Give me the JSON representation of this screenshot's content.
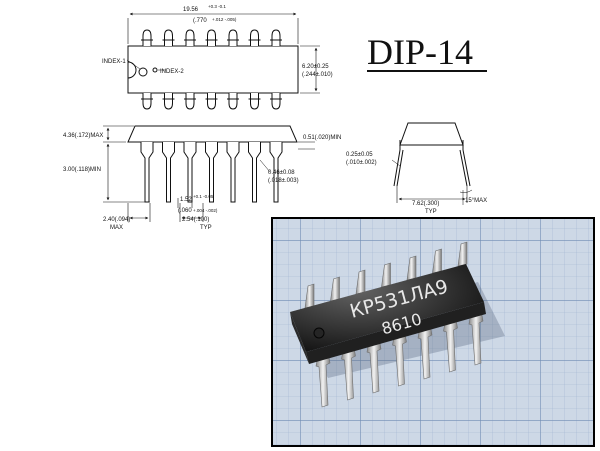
{
  "title": "DIP-14",
  "colors": {
    "line": "#111111",
    "photo_frame": "#000000",
    "grid_bg": "#cdd8e6",
    "grid_line": "#8ea6c6",
    "chip_body": "#161616",
    "chip_text": "#e8e8e8",
    "lead": "#c9c9c9"
  },
  "top_view": {
    "length_mm": "19.56",
    "length_tol": "+0.3 -0.1",
    "length_in": "(.770",
    "length_in_tol": "+.012 -.005)",
    "width_mm": "6.20±0.25",
    "width_in": "(.244±.010)",
    "index1": "INDEX-1",
    "index2": "INDEX-2"
  },
  "side_view": {
    "height": "4.36(.172)MAX",
    "lead_len": "3.00(.118)MIN",
    "standoff": "0.51(.020)MIN",
    "lead_w": "0.46±0.08",
    "lead_w_in": "(.018±.003)",
    "shoulder": "1.52",
    "shoulder_tol": "+0.1 -0.05",
    "shoulder_in": "(.060",
    "shoulder_in_tol": "+.004 -.002)",
    "end": "2.40(.094)",
    "end_label": "MAX",
    "pitch": "2.54(.100)",
    "pitch_label": "TYP"
  },
  "end_view": {
    "thickness": "0.25±0.05",
    "thickness_in": "(.010±.002)",
    "row": "7.62(.300)",
    "row_label": "TYP",
    "angle": "15°MAX"
  },
  "photo": {
    "marking_line1": "КР531ЛА9",
    "marking_line2": "8610"
  }
}
